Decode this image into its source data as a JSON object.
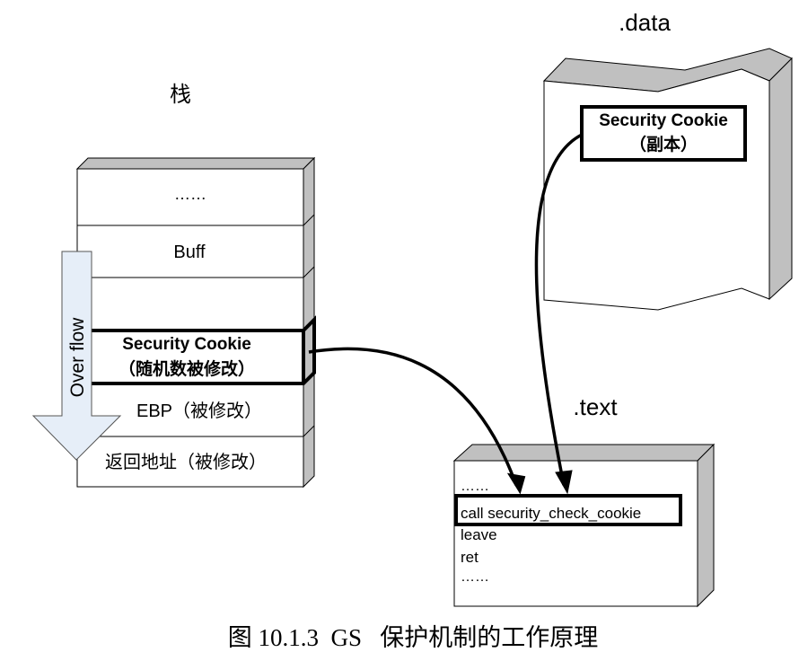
{
  "stack": {
    "title": "栈",
    "rows": [
      {
        "label": "……"
      },
      {
        "label": "Buff"
      },
      {
        "label": ""
      },
      {
        "label_line1": "Security Cookie",
        "label_line2": "（随机数被修改）"
      },
      {
        "label": "EBP（被修改）"
      },
      {
        "label": "返回地址（被修改）"
      }
    ],
    "overflow_label": "Over flow"
  },
  "data_section": {
    "title": ".data",
    "cookie_line1": "Security Cookie",
    "cookie_line2": "（副本）"
  },
  "text_section": {
    "title": ".text",
    "lines": [
      "……",
      "call security_check_cookie",
      "leave",
      "ret",
      "……"
    ]
  },
  "caption": "图 10.1.3  GS   保护机制的工作原理",
  "colors": {
    "face": "#ffffff",
    "side": "#c0c0c0",
    "arrow_fill": "#e6eef8",
    "stroke": "#000000"
  }
}
